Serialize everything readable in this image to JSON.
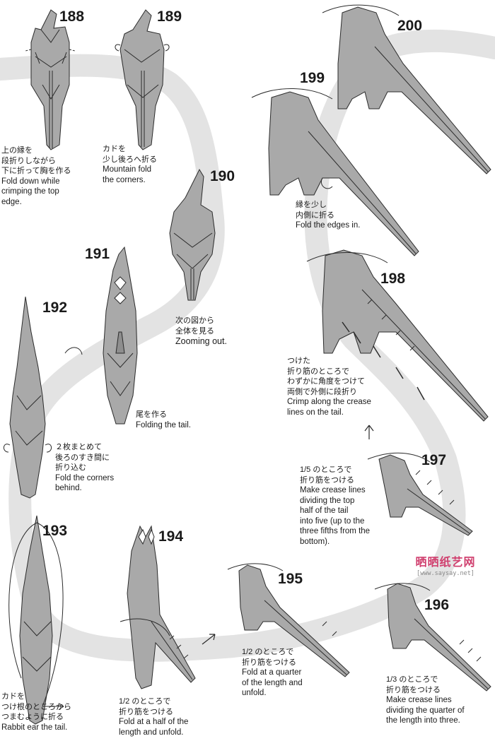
{
  "steps": [
    {
      "num": "188",
      "jp": [
        "上の縁を",
        "段折りしながら",
        "下に折って胸を作る"
      ],
      "en": [
        "Fold down while",
        "crimping the top",
        "edge."
      ]
    },
    {
      "num": "189",
      "jp": [
        "カドを",
        "少し後ろへ折る"
      ],
      "en": [
        "Mountain fold",
        "the corners."
      ]
    },
    {
      "num": "190",
      "jp": [
        "次の図から",
        "全体を見る"
      ],
      "en": [
        "Zooming out."
      ]
    },
    {
      "num": "191",
      "jp": [
        "尾を作る"
      ],
      "en": [
        "Folding the tail."
      ]
    },
    {
      "num": "192",
      "jp": [
        "２枚まとめて",
        "後ろのすき間に",
        "折り込む"
      ],
      "en": [
        "Fold the corners",
        "behind."
      ]
    },
    {
      "num": "193",
      "jp": [
        "カドを",
        "つけ根のところから",
        "つまむように折る"
      ],
      "en": [
        "Rabbit ear the tail."
      ]
    },
    {
      "num": "194",
      "jp": [
        "1/2 のところで",
        "折り筋をつける"
      ],
      "en": [
        "Fold at a half of the",
        "length and unfold."
      ]
    },
    {
      "num": "195",
      "jp": [
        "1/2 のところで",
        "折り筋をつける"
      ],
      "en": [
        "Fold at a quarter",
        "of the length and",
        "unfold."
      ]
    },
    {
      "num": "196",
      "jp": [
        "1/3 のところで",
        "折り筋をつける"
      ],
      "en": [
        "Make crease lines",
        "dividing the quarter of",
        "the length into three."
      ]
    },
    {
      "num": "197",
      "jp": [
        "1/5 のところで",
        "折り筋をつける"
      ],
      "en": [
        "Make crease lines",
        "dividing the top",
        "half of the tail",
        "into five (up to the",
        "three fifths from the",
        "bottom)."
      ]
    },
    {
      "num": "198",
      "jp": [
        "つけた",
        "折り筋のところで",
        "わずかに角度をつけて",
        "両側で外側に段折り"
      ],
      "en": [
        "Crimp along the crease",
        "lines on the tail."
      ]
    },
    {
      "num": "199",
      "jp": [
        "縁を少し",
        "内側に折る"
      ],
      "en": [
        "Fold the edges in."
      ]
    },
    {
      "num": "200",
      "jp": [],
      "en": []
    }
  ],
  "watermark": {
    "title": "晒晒纸艺网",
    "url": "[www.saysay.net]"
  },
  "colors": {
    "paper_fill": "#a9a9a9",
    "paper_dark": "#8e8e8e",
    "stroke": "#2b2b2b",
    "path_band": "#e2e2e2",
    "watermark": "#d0406f"
  }
}
